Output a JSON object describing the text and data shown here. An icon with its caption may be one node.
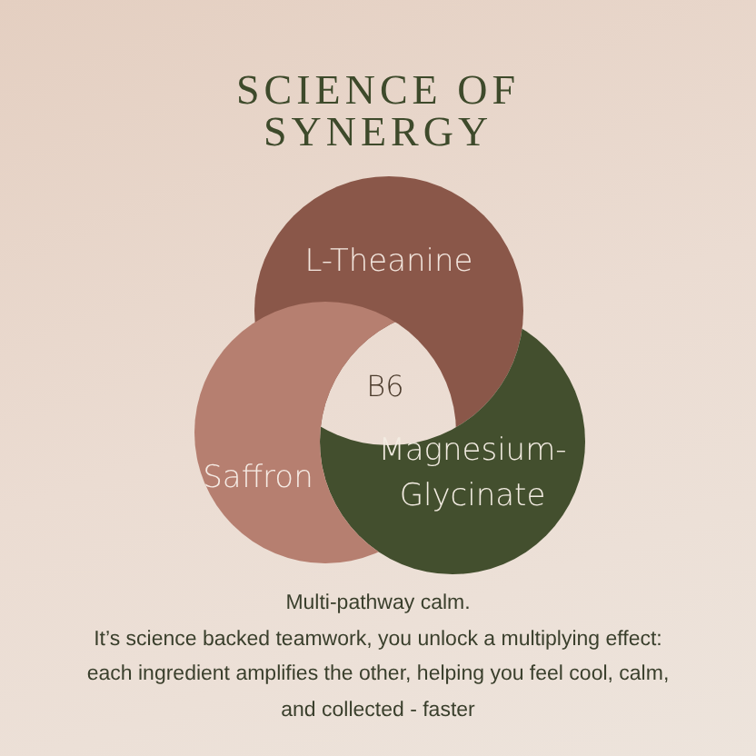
{
  "diagram": {
    "title": "SCIENCE OF SYNERGY",
    "nodes": [
      {
        "text": [
          "L-Theanine"
        ]
      },
      {
        "text": [
          "B6"
        ]
      },
      {
        "text": [
          "Saffron"
        ]
      },
      {
        "text": [
          "Magnesium-Glycinate"
        ]
      }
    ],
    "labels": [
      "Multi-pathway calm.",
      "It’s science backed teamwork, you unlock a multiplying effect: each ingredient amplifies the other, helping you feel cool, calm, and collected - faster"
    ]
  }
}
